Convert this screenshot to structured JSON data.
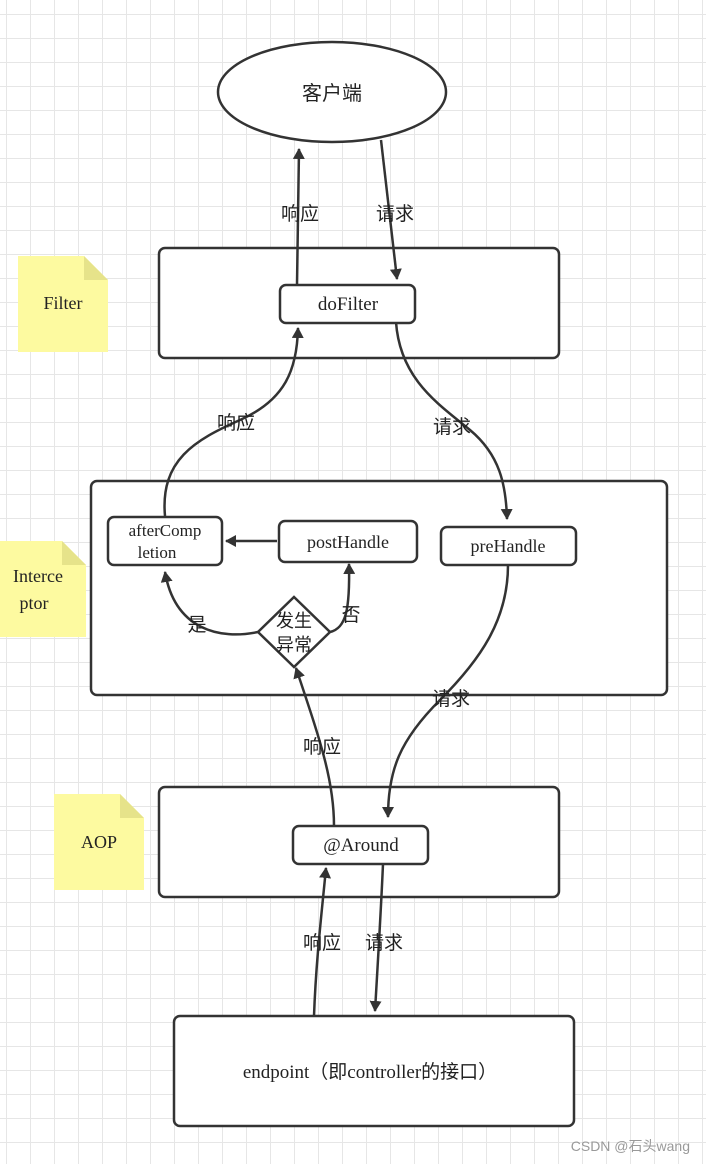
{
  "nodes": {
    "client": "客户端",
    "do_filter": "doFilter",
    "after_completion_line1": "afterComp",
    "after_completion_line2": "letion",
    "post_handle": "postHandle",
    "pre_handle": "preHandle",
    "decision_line1": "发生",
    "decision_line2": "异常",
    "around": "@Around",
    "endpoint": "endpoint（即controller的接口）"
  },
  "notes": {
    "filter": "Filter",
    "interceptor_line1": "Interce",
    "interceptor_line2": "ptor",
    "aop": "AOP"
  },
  "edges": {
    "client_response": "响应",
    "client_request": "请求",
    "filter_response": "响应",
    "filter_request": "请求",
    "prehandle_request": "请求",
    "aop_response": "响应",
    "endpoint_response": "响应",
    "endpoint_request": "请求",
    "yes": "是",
    "no": "否"
  },
  "colors": {
    "stroke": "#333333",
    "note_fill": "#fdfaa0",
    "note_fold": "#e6e38a",
    "grid": "#e6e6e6"
  },
  "watermark": "CSDN @石头wang"
}
